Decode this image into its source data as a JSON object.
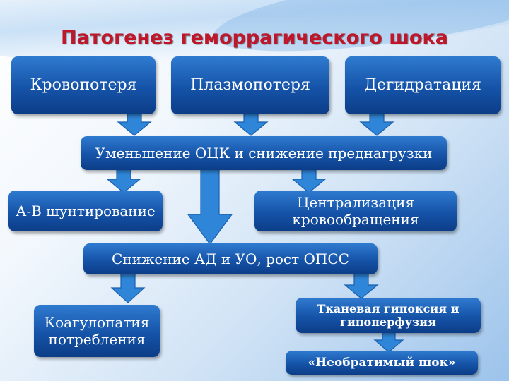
{
  "title": "Патогенез геморрагического шока",
  "boxes": {
    "blood_loss": "Кровопотеря",
    "plasma_loss": "Плазмопотеря",
    "dehydration": "Дегидратация",
    "bcv_decrease": "Уменьшение ОЦК и снижение преднагрузки",
    "av_shunting": "А-В шунтирование",
    "centralization": "Централизация кровообращения",
    "bp_decrease": "Снижение АД и УО, рост ОПСС",
    "coagulopathy": "Коагулопатия потребления",
    "tissue_hypoxia": "Тканевая гипоксия и гипоперфузия",
    "irreversible_shock": "«Необратимый шок»"
  },
  "colors": {
    "title": "#c0162a",
    "box_fill": "#1553a8",
    "arrow_fill": "#2f86d8",
    "text": "#ffffff"
  }
}
